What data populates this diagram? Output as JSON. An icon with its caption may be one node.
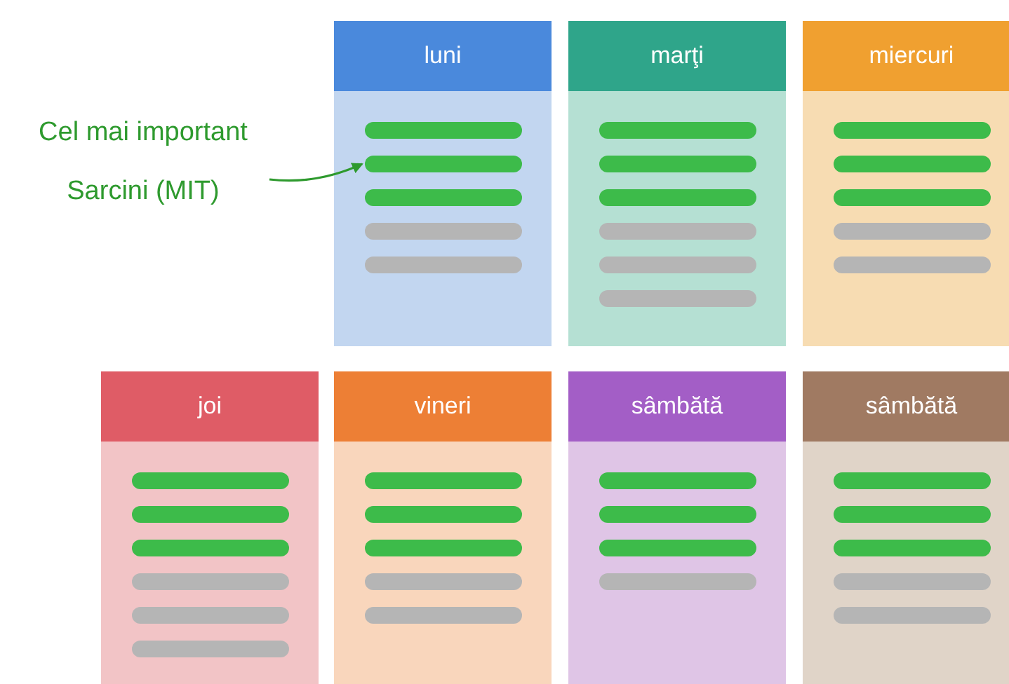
{
  "diagram": {
    "nodes": [
      {
        "text": [
          "luni"
        ]
      },
      {
        "text": [
          "marţi"
        ]
      },
      {
        "text": [
          "miercuri"
        ]
      },
      {
        "text": [
          "joi"
        ]
      },
      {
        "text": [
          "vineri"
        ]
      },
      {
        "text": [
          "sâmbătă"
        ]
      },
      {
        "text": [
          "sâmbătă"
        ]
      },
      {
        "text": [
          "Cel mai important Sarcini (MIT)"
        ]
      },
      {
        "text": [],
        "shape": "bar",
        "in": 0
      },
      {
        "text": [],
        "shape": "bar",
        "in": 0
      },
      {
        "text": [],
        "shape": "bar",
        "in": 0
      },
      {
        "text": [],
        "shape": "bar",
        "in": 0
      },
      {
        "text": [],
        "shape": "bar",
        "in": 0
      },
      {
        "text": [],
        "shape": "bar",
        "in": 1
      },
      {
        "text": [],
        "shape": "bar",
        "in": 1
      },
      {
        "text": [],
        "shape": "bar",
        "in": 1
      },
      {
        "text": [],
        "shape": "bar",
        "in": 1
      },
      {
        "text": [],
        "shape": "bar",
        "in": 1
      },
      {
        "text": [],
        "shape": "bar",
        "in": 1
      },
      {
        "text": [],
        "shape": "bar",
        "in": 2
      },
      {
        "text": [],
        "shape": "bar",
        "in": 2
      },
      {
        "text": [],
        "shape": "bar",
        "in": 2
      },
      {
        "text": [],
        "shape": "bar",
        "in": 2
      },
      {
        "text": [],
        "shape": "bar",
        "in": 2
      },
      {
        "text": [],
        "shape": "bar",
        "in": 3
      },
      {
        "text": [],
        "shape": "bar",
        "in": 3
      },
      {
        "text": [],
        "shape": "bar",
        "in": 3
      },
      {
        "text": [],
        "shape": "bar",
        "in": 3
      },
      {
        "text": [],
        "shape": "bar",
        "in": 3
      },
      {
        "text": [],
        "shape": "bar",
        "in": 3
      },
      {
        "text": [],
        "shape": "bar",
        "in": 4
      },
      {
        "text": [],
        "shape": "bar",
        "in": 4
      },
      {
        "text": [],
        "shape": "bar",
        "in": 4
      },
      {
        "text": [],
        "shape": "bar",
        "in": 4
      },
      {
        "text": [],
        "shape": "bar",
        "in": 4
      },
      {
        "text": [],
        "shape": "bar",
        "in": 5
      },
      {
        "text": [],
        "shape": "bar",
        "in": 5
      },
      {
        "text": [],
        "shape": "bar",
        "in": 5
      },
      {
        "text": [],
        "shape": "bar",
        "in": 5
      },
      {
        "text": [],
        "shape": "bar",
        "in": 6
      },
      {
        "text": [],
        "shape": "bar",
        "in": 6
      },
      {
        "text": [],
        "shape": "bar",
        "in": 6
      },
      {
        "text": [],
        "shape": "bar",
        "in": 6
      },
      {
        "text": [],
        "shape": "bar",
        "in": 6
      }
    ],
    "edges": [
      {
        "from": 7,
        "to": 9,
        "arrow": "to"
      }
    ]
  }
}
